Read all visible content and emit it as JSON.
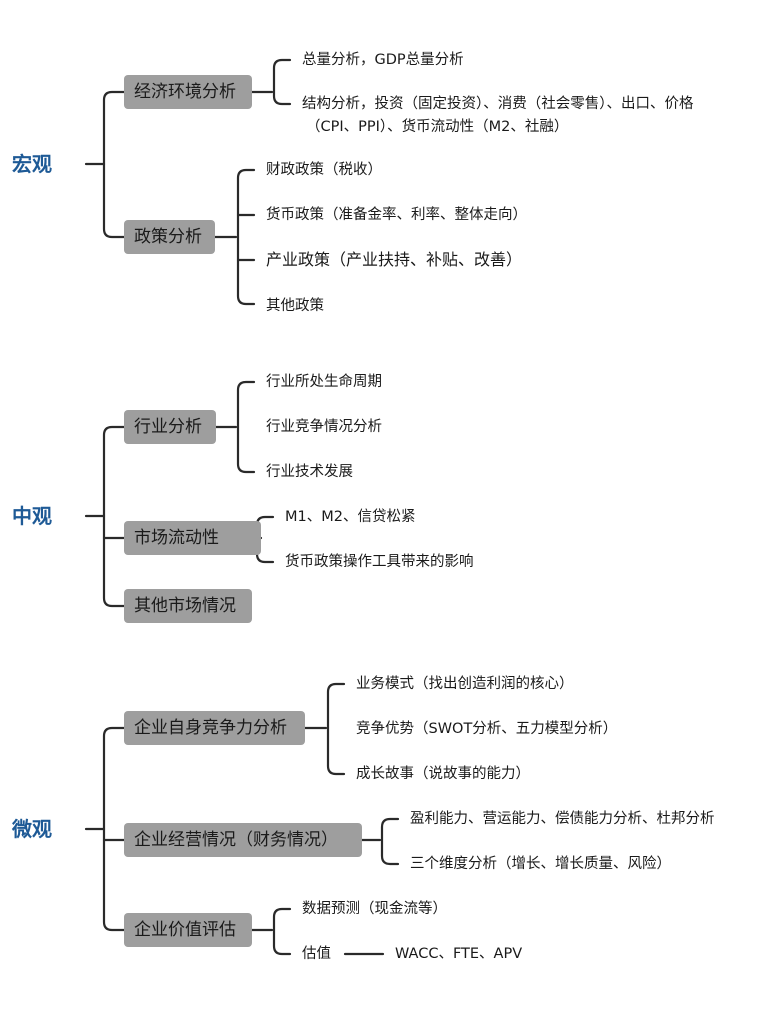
{
  "macro": {
    "title": "宏观",
    "economy": {
      "label": "经济环境分析",
      "items": [
        "总量分析，GDP总量分析",
        "结构分析，投资（固定投资）、消费（社会零售）、出口、价格",
        "（CPI、PPI）、货币流动性（M2、社融）"
      ]
    },
    "policy": {
      "label": "政策分析",
      "items": [
        "财政政策（税收）",
        "货币政策（准备金率、利率、整体走向）",
        "产业政策（产业扶持、补贴、改善）",
        "其他政策"
      ]
    }
  },
  "meso": {
    "title": "中观",
    "industry": {
      "label": "行业分析",
      "items": [
        "行业所处生命周期",
        "行业竞争情况分析",
        "行业技术发展"
      ]
    },
    "liquidity": {
      "label": "市场流动性",
      "items": [
        "M1、M2、信贷松紧",
        "货币政策操作工具带来的影响"
      ]
    },
    "other": {
      "label": "其他市场情况"
    }
  },
  "micro": {
    "title": "微观",
    "competitiveness": {
      "label": "企业自身竞争力分析",
      "items": [
        "业务模式（找出创造利润的核心）",
        "竞争优势（SWOT分析、五力模型分析）",
        "成长故事（说故事的能力）"
      ]
    },
    "operations": {
      "label": "企业经营情况（财务情况）",
      "items": [
        "盈利能力、营运能力、偿债能力分析、杜邦分析",
        "三个维度分析（增长、增长质量、风险）"
      ]
    },
    "valuation": {
      "label": "企业价值评估",
      "items": [
        "数据预测（现金流等）",
        "估值",
        "WACC、FTE、APV"
      ]
    }
  }
}
